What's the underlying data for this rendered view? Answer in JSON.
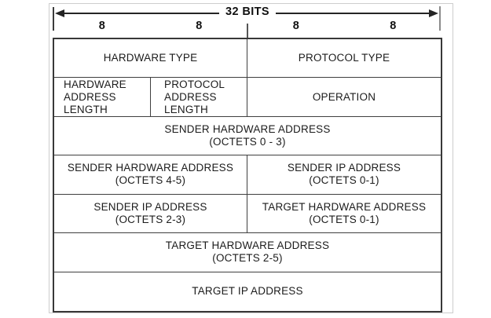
{
  "figure": {
    "description": "ARP packet format field layout diagram"
  },
  "colors": {
    "background": "#ffffff",
    "table_border": "#383838",
    "inner_border": "#3f3f3f",
    "text": "#1c1c1c",
    "frame": "#cdcdcd",
    "arrow": "#242424"
  },
  "header": {
    "width_label": "32 BITS",
    "octet_labels": [
      "8",
      "8",
      "8",
      "8"
    ]
  },
  "table": {
    "rows": [
      {
        "cells": [
          {
            "lines": [
              "HARDWARE TYPE"
            ]
          },
          {
            "lines": [
              "PROTOCOL TYPE"
            ]
          }
        ]
      },
      {
        "cells": [
          {
            "lines": [
              "HARDWARE",
              "ADDRESS",
              "LENGTH"
            ]
          },
          {
            "lines": [
              "PROTOCOL",
              "ADDRESS",
              "LENGTH"
            ]
          },
          {
            "lines": [
              "OPERATION"
            ]
          }
        ]
      },
      {
        "cells": [
          {
            "lines": [
              "SENDER HARDWARE ADDRESS",
              "(OCTETS 0 - 3)"
            ]
          }
        ]
      },
      {
        "cells": [
          {
            "lines": [
              "SENDER HARDWARE ADDRESS",
              "(OCTETS 4-5)"
            ]
          },
          {
            "lines": [
              "SENDER IP ADDRESS",
              "(OCTETS 0-1)"
            ]
          }
        ]
      },
      {
        "cells": [
          {
            "lines": [
              "SENDER IP ADDRESS",
              "(OCTETS 2-3)"
            ]
          },
          {
            "lines": [
              "TARGET HARDWARE ADDRESS",
              "(OCTETS 0-1)"
            ]
          }
        ]
      },
      {
        "cells": [
          {
            "lines": [
              "TARGET HARDWARE ADDRESS",
              "(OCTETS 2-5)"
            ]
          }
        ]
      },
      {
        "cells": [
          {
            "lines": [
              "TARGET IP ADDRESS"
            ]
          }
        ]
      }
    ]
  }
}
